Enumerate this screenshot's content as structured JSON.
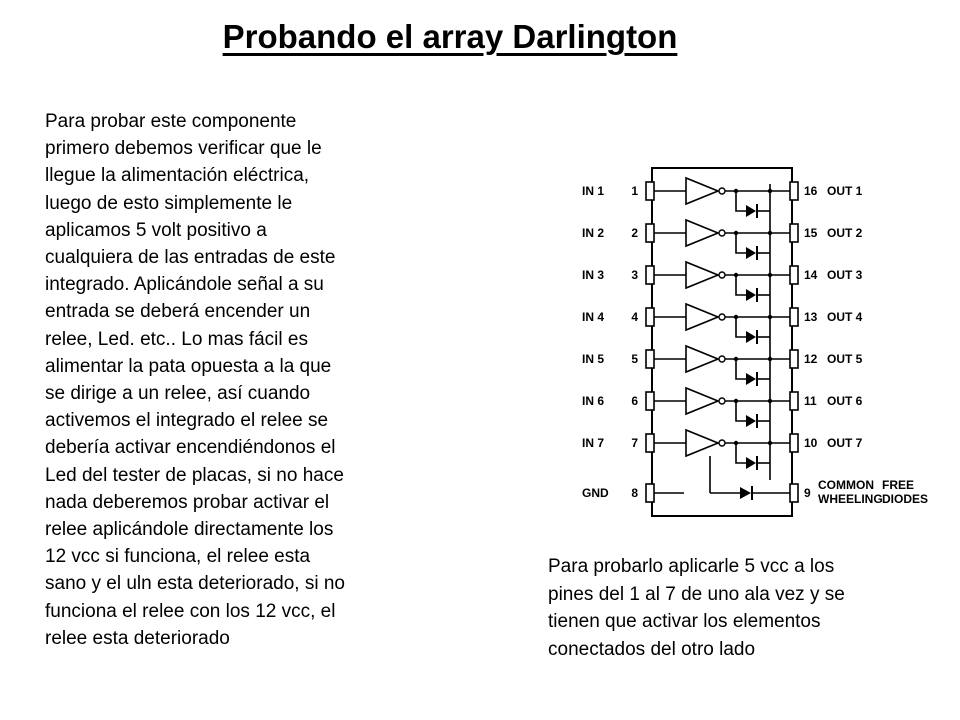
{
  "title": "Probando el array Darlington",
  "body_lines": [
    "Para probar este componente",
    "primero debemos verificar que le",
    "llegue la alimentación eléctrica,",
    "luego de esto simplemente le",
    "aplicamos 5 volt positivo a",
    "cualquiera de las entradas de este",
    "integrado. Aplicándole señal a su",
    "entrada se deberá encender un",
    "relee, Led. etc.. Lo mas fácil es",
    "alimentar la pata opuesta a la que",
    "se dirige a un relee, así cuando",
    "activemos el integrado el relee se",
    "debería activar encendiéndonos el",
    "Led del tester de placas, si no hace",
    "nada deberemos probar activar el",
    "relee aplicándole directamente los",
    "12 vcc si funciona, el relee esta",
    "sano y el uln esta deteriorado, si no",
    "funciona el relee con los 12 vcc, el",
    "relee esta deteriorado"
  ],
  "caption_lines": [
    "Para probarlo aplicarle 5 vcc a los",
    "pines del 1 al 7 de uno ala vez y se",
    "tienen que activar los elementos",
    "conectados del otro lado"
  ],
  "diagram": {
    "inputs": [
      {
        "label": "IN 1",
        "pin": "1"
      },
      {
        "label": "IN 2",
        "pin": "2"
      },
      {
        "label": "IN 3",
        "pin": "3"
      },
      {
        "label": "IN 4",
        "pin": "4"
      },
      {
        "label": "IN 5",
        "pin": "5"
      },
      {
        "label": "IN 6",
        "pin": "6"
      },
      {
        "label": "IN 7",
        "pin": "7"
      }
    ],
    "outputs": [
      {
        "label": "OUT 1",
        "pin": "16"
      },
      {
        "label": "OUT 2",
        "pin": "15"
      },
      {
        "label": "OUT 3",
        "pin": "14"
      },
      {
        "label": "OUT 4",
        "pin": "13"
      },
      {
        "label": "OUT 5",
        "pin": "12"
      },
      {
        "label": "OUT 6",
        "pin": "11"
      },
      {
        "label": "OUT 7",
        "pin": "10"
      }
    ],
    "gnd_label": "GND",
    "gnd_pin": "8",
    "common_pin": "9",
    "common_label_1": "COMMON",
    "common_label_2": "WHEELING",
    "free_label_1": "FREE",
    "free_label_2": "DIODES"
  }
}
